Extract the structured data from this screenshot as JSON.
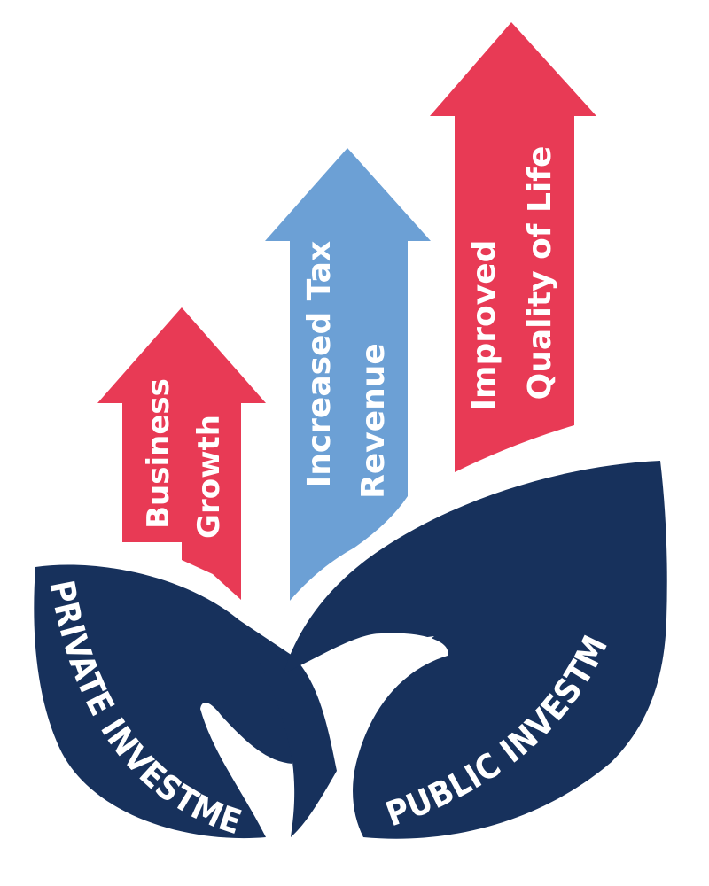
{
  "colors": {
    "red": "#E83A55",
    "blue": "#6CA0D5",
    "navy": "#17315C",
    "text": "#FFFFFF"
  },
  "arrows": {
    "business_growth": {
      "line1": "Business",
      "line2": "Growth"
    },
    "tax_revenue": {
      "line1": "Increased Tax",
      "line2": "Revenue"
    },
    "quality_of_life": {
      "line1": "Improved",
      "line2": "Quality of Life"
    }
  },
  "leaves": {
    "left": "PRIVATE INVESTMENT",
    "right": "PUBLIC INVESTMENT"
  }
}
